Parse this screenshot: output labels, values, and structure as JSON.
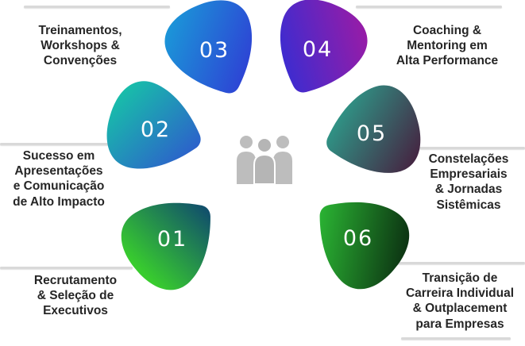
{
  "center": {
    "icon": "people-group-icon"
  },
  "items": [
    {
      "number": "01",
      "label": "Recrutamento\n& Seleção de\nExecutivos",
      "color_start": "#38cc2e",
      "color_end": "#11506b"
    },
    {
      "number": "02",
      "label": "Sucesso em\nApresentações\ne Comunicação\nde Alto Impacto",
      "color_start": "#17c2a8",
      "color_end": "#2f55cf"
    },
    {
      "number": "03",
      "label": "Treinamentos,\nWorkshops &\nConvenções",
      "color_start": "#1a9ad8",
      "color_end": "#3133d4"
    },
    {
      "number": "04",
      "label": "Coaching &\nMentoring em\nAlta Performance",
      "color_start": "#2a2fd8",
      "color_end": "#9c1ba5"
    },
    {
      "number": "05",
      "label": "Constelações\nEmpresariais\n& Jornadas\nSistêmicas",
      "color_start": "#2baa93",
      "color_end": "#46203f"
    },
    {
      "number": "06",
      "label": "Transição de\nCarreira Individual\n& Outplacement\npara Empresas",
      "color_start": "#2ec437",
      "color_end": "#0b2d11"
    }
  ],
  "colors": {
    "background": "#ffffff",
    "label_text": "#262626",
    "number_text": "#ffffff",
    "divider": "#d9d9d9",
    "icon_gray": "#b9b9b9"
  }
}
